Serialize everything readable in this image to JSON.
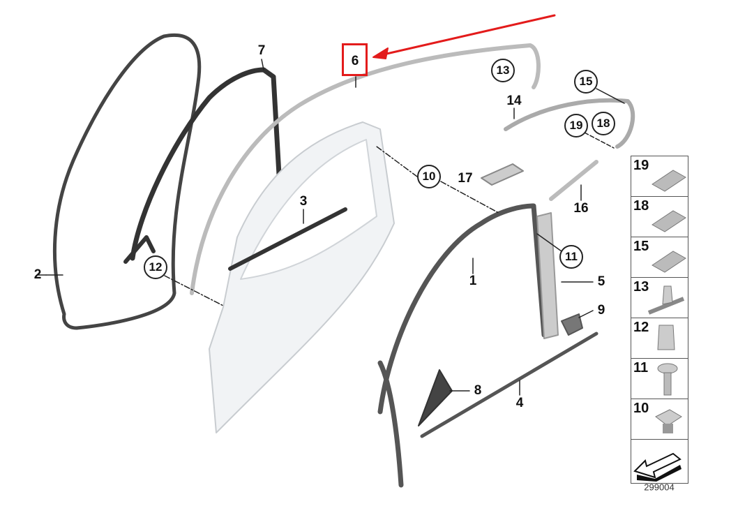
{
  "highlight_color": "#e31b1b",
  "callouts": {
    "c1": "1",
    "c2": "2",
    "c3": "3",
    "c4": "4",
    "c5": "5",
    "c6": "6",
    "c7": "7",
    "c8": "8",
    "c9": "9",
    "c10": "10",
    "c11": "11",
    "c12": "12",
    "c13": "13",
    "c14": "14",
    "c15": "15",
    "c16": "16",
    "c17": "17",
    "c18": "18",
    "c19": "19"
  },
  "highlighted_part": "6",
  "fastener_panel": {
    "items": [
      {
        "number": "19",
        "icon": "clip-icon"
      },
      {
        "number": "18",
        "icon": "clip-icon"
      },
      {
        "number": "15",
        "icon": "clip-icon"
      },
      {
        "number": "13",
        "icon": "expanding-nut-icon"
      },
      {
        "number": "12",
        "icon": "spring-nut-icon"
      },
      {
        "number": "11",
        "icon": "screw-icon"
      },
      {
        "number": "10",
        "icon": "cage-nut-icon"
      }
    ],
    "direction_icon": "arrow-icon"
  },
  "diagram_code": "299004"
}
